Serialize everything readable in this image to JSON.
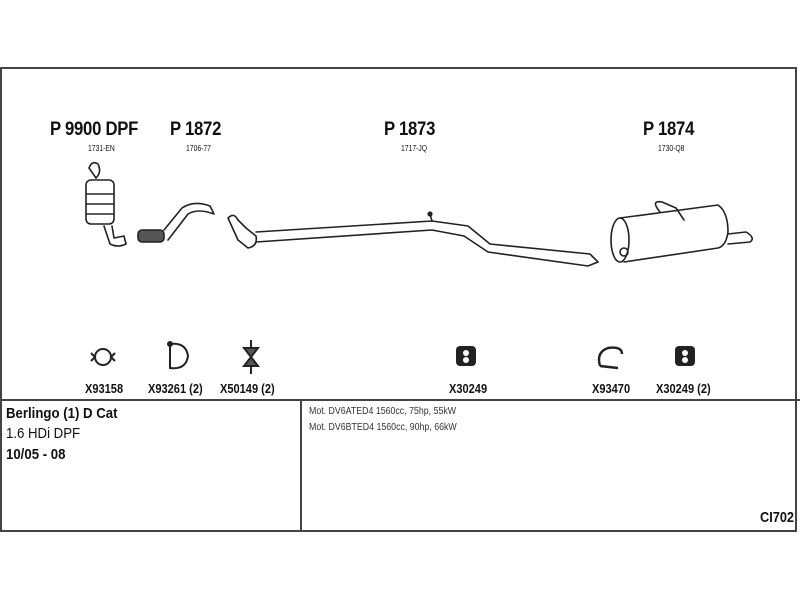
{
  "parts": [
    {
      "number": "P 9900 DPF",
      "ref": "1731-EN"
    },
    {
      "number": "P 1872",
      "ref": "1706-77"
    },
    {
      "number": "P 1873",
      "ref": "1717-JQ"
    },
    {
      "number": "P 1874",
      "ref": "1730-Q8"
    }
  ],
  "accessories": [
    {
      "code": "X93158",
      "icon": "clamp-icon"
    },
    {
      "code": "X93261 (2)",
      "icon": "ring-clamp-icon"
    },
    {
      "code": "X50149 (2)",
      "icon": "mount-icon"
    },
    {
      "code": "X30249",
      "icon": "rubber-hanger-icon"
    },
    {
      "code": "X93470",
      "icon": "u-clamp-icon"
    },
    {
      "code": "X30249 (2)",
      "icon": "rubber-hanger-icon"
    }
  ],
  "vehicle": {
    "model": "Berlingo (1) D Cat",
    "engine": "1.6 HDi DPF",
    "years": "10/05 - 08"
  },
  "engines": [
    "Mot. DV6ATED4 1560cc, 75hp, 55kW",
    "Mot. DV6BTED4 1560cc, 90hp, 66kW"
  ],
  "diagram_code": "CI702"
}
